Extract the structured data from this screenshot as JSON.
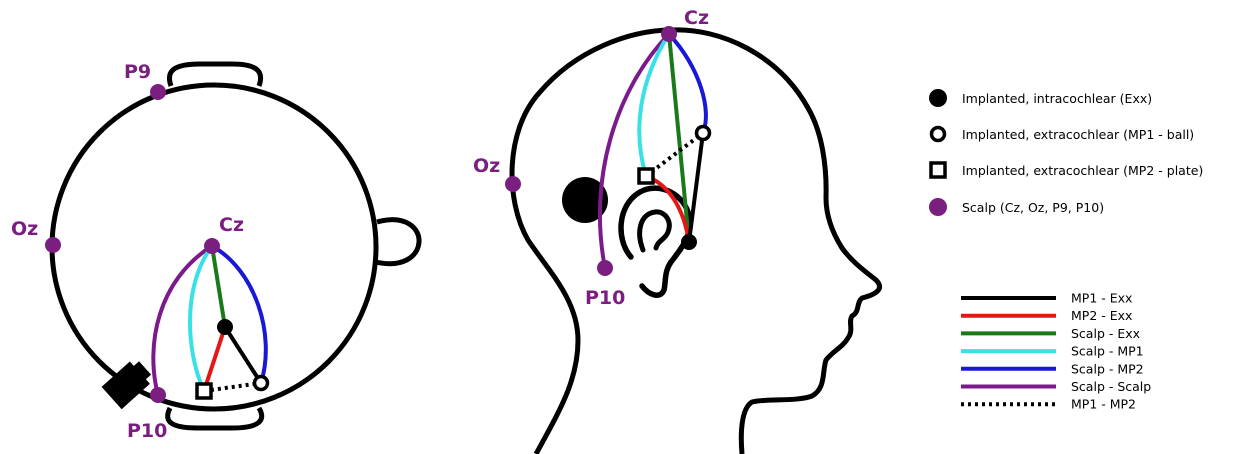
{
  "colors": {
    "electrode_purple": "#7a1f7f",
    "outline": "#000000",
    "black": "#000000",
    "red": "#e51616",
    "green": "#1a7a1a",
    "cyan": "#38e1e8",
    "blue": "#1818d6",
    "purple": "#7b1a8b"
  },
  "top_view": {
    "labels": {
      "p9": "P9",
      "oz": "Oz",
      "cz": "Cz",
      "p10": "P10"
    }
  },
  "side_view": {
    "labels": {
      "cz": "Cz",
      "oz": "Oz",
      "p10": "P10"
    }
  },
  "marker_legend": [
    {
      "marker": "filled-circle",
      "label": "Implanted, intracochlear (Exx)"
    },
    {
      "marker": "open-circle",
      "label": "Implanted, extracochlear (MP1 - ball)"
    },
    {
      "marker": "open-square",
      "label": "Implanted, extracochlear (MP2 - plate)"
    },
    {
      "marker": "purple-circle",
      "label": "Scalp (Cz, Oz, P9, P10)"
    }
  ],
  "line_legend": [
    {
      "color": "#000000",
      "style": "solid",
      "label": "MP1 - Exx"
    },
    {
      "color": "#e51616",
      "style": "solid",
      "label": "MP2 - Exx"
    },
    {
      "color": "#1a7a1a",
      "style": "solid",
      "label": "Scalp - Exx"
    },
    {
      "color": "#38e1e8",
      "style": "solid",
      "label": "Scalp - MP1"
    },
    {
      "color": "#1818d6",
      "style": "solid",
      "label": "Scalp - MP2"
    },
    {
      "color": "#7b1a8b",
      "style": "solid",
      "label": "Scalp - Scalp"
    },
    {
      "color": "#000000",
      "style": "dotted",
      "label": "MP1 - MP2"
    }
  ]
}
